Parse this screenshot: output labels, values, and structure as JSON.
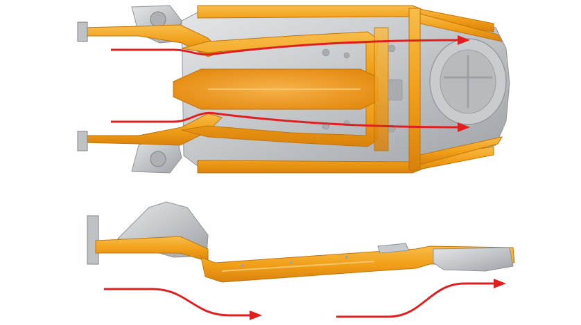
{
  "figure": {
    "views": [
      {
        "id": "top-view",
        "description_visible_text": ""
      },
      {
        "id": "side-view",
        "description_visible_text": ""
      }
    ],
    "colors": {
      "frame_orange": "#f2a019",
      "frame_orange_dark": "#d9820c",
      "frame_orange_light": "#f7bd4a",
      "steel_light": "#d6d8da",
      "steel_mid": "#b5b8bb",
      "steel_dark": "#8e9296",
      "arrow_red": "#e02020",
      "background": "#ffffff"
    },
    "arrows": {
      "count": 4,
      "top_view_arrows": 2,
      "side_view_arrows": 2
    }
  }
}
